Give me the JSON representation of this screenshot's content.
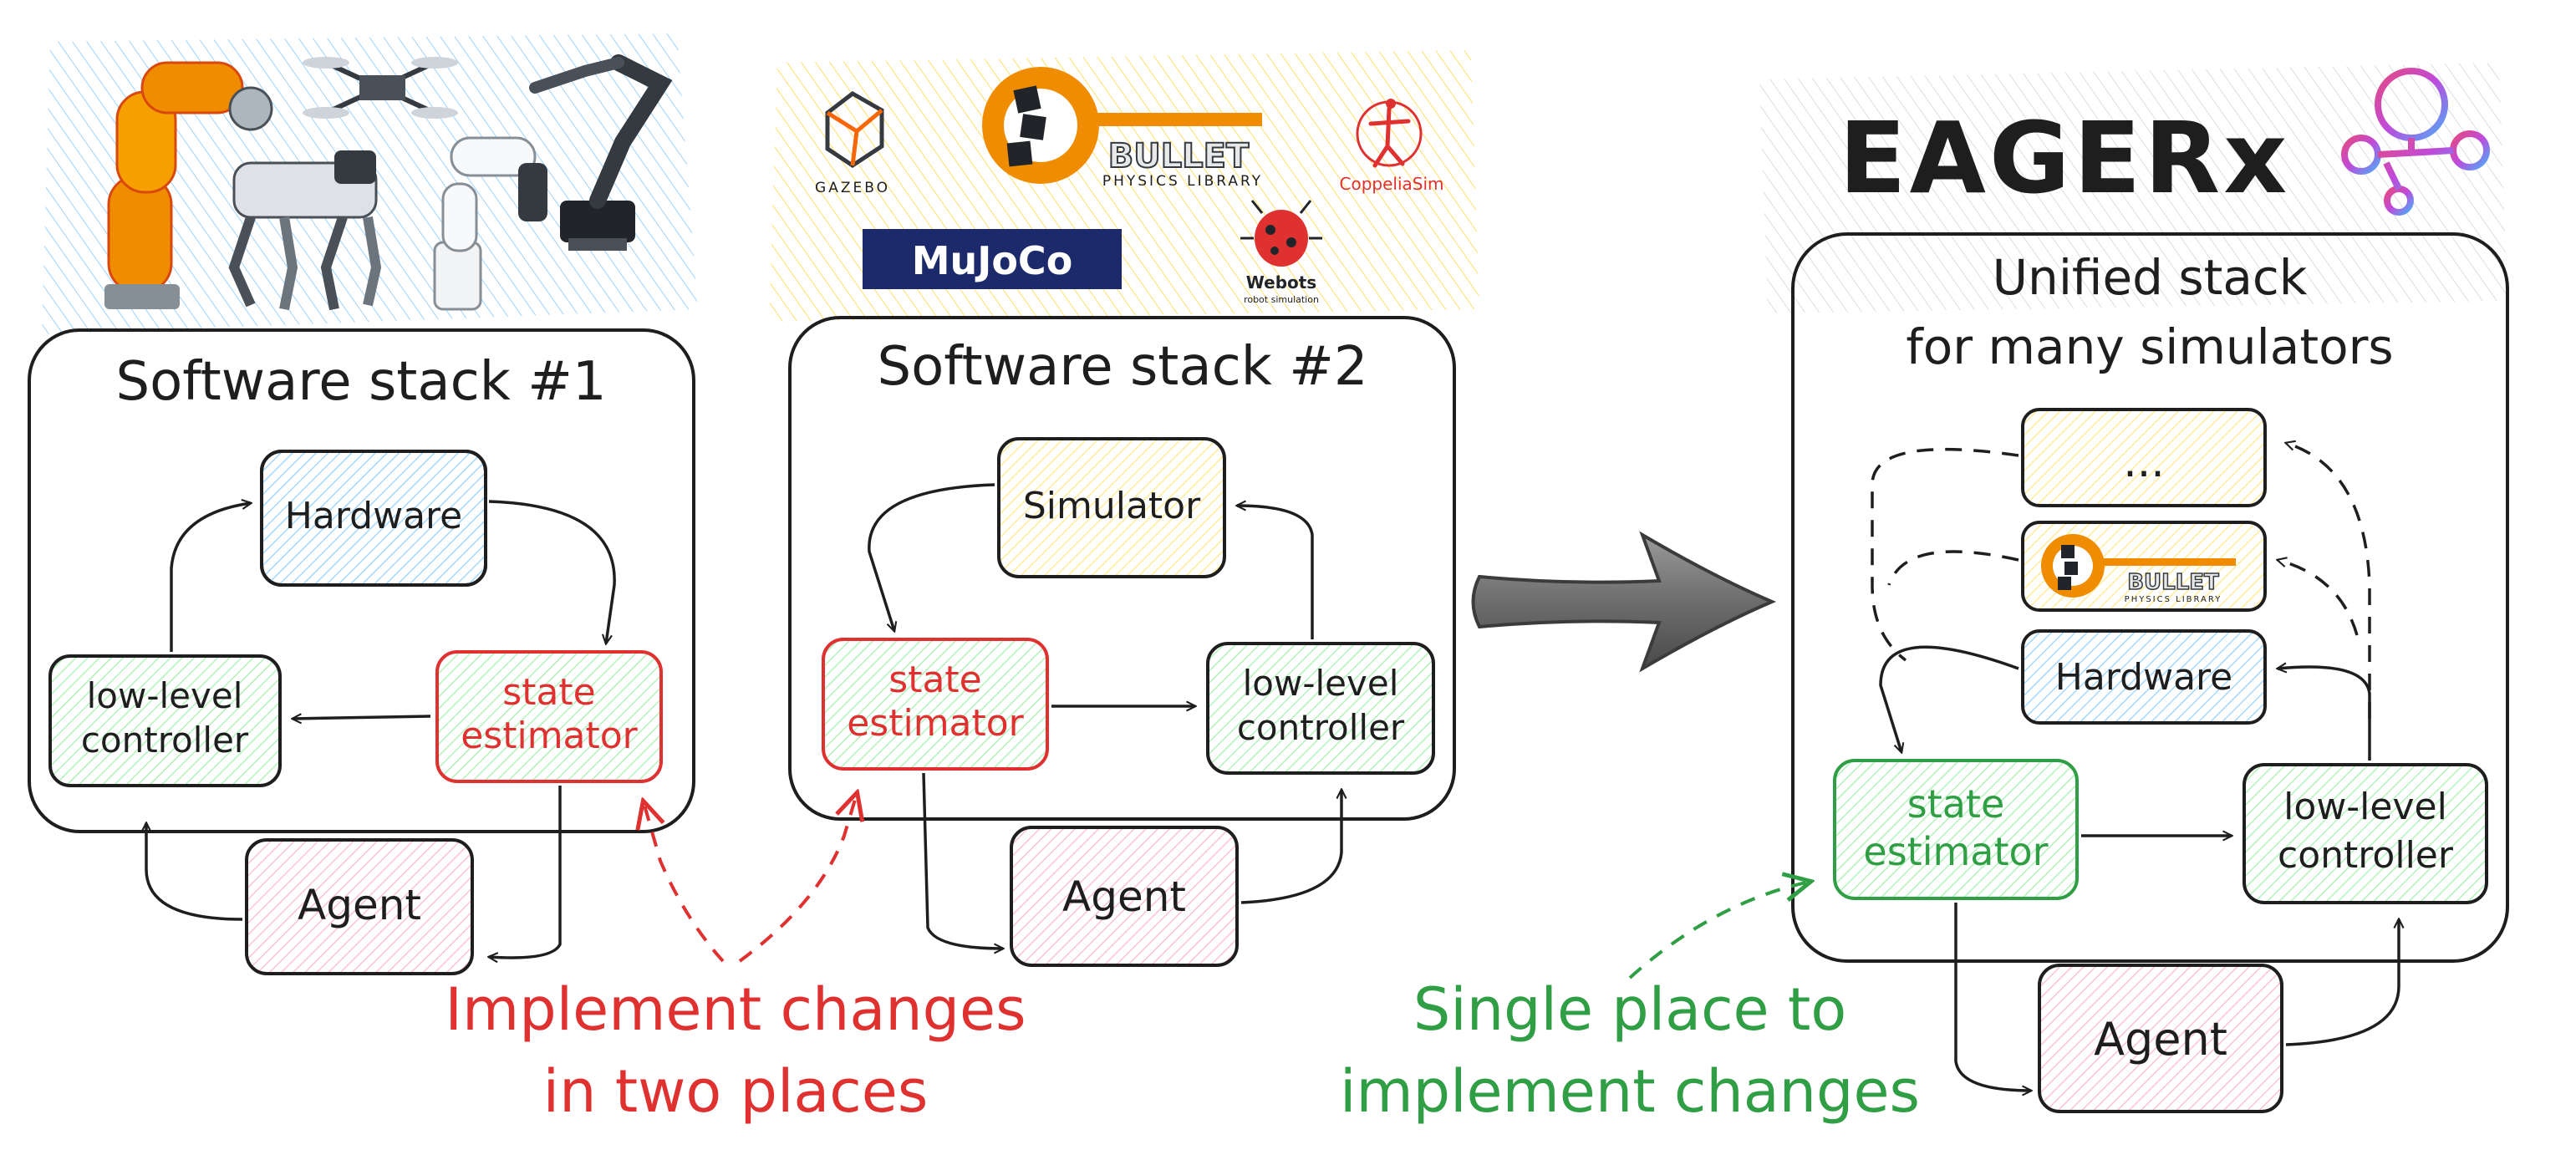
{
  "left": {
    "title": "Software stack #1",
    "nodes": {
      "hardware": "Hardware",
      "state_estimator": [
        "state",
        "estimator"
      ],
      "low_level": [
        "low-level",
        "controller"
      ],
      "agent": "Agent"
    }
  },
  "middle": {
    "title": "Software stack #2",
    "nodes": {
      "simulator": "Simulator",
      "state_estimator": [
        "state",
        "estimator"
      ],
      "low_level": [
        "low-level",
        "controller"
      ],
      "agent": "Agent"
    },
    "logos": {
      "gazebo": "GAZEBO",
      "bullet": "BULLET",
      "bullet_sub": "PHYSICS   LIBRARY",
      "coppelia": "CoppeliaSim",
      "mujoco": "MuJoCo",
      "webots": "Webots",
      "webots_sub": "robot simulation"
    }
  },
  "right": {
    "brand": "EAGERx",
    "title": [
      "Unified stack",
      "for many simulators"
    ],
    "nodes": {
      "ellipsis": "...",
      "bullet": "BULLET",
      "bullet_sub": "PHYSICS  LIBRARY",
      "hardware": "Hardware",
      "state_estimator": [
        "state",
        "estimator"
      ],
      "low_level": [
        "low-level",
        "controller"
      ],
      "agent": "Agent"
    }
  },
  "annotations": {
    "two_places": [
      "Implement changes",
      "in two places"
    ],
    "single_place": [
      "Single place to",
      "implement changes"
    ]
  },
  "colors": {
    "stroke": "#1e1e1e",
    "red": "#e03131",
    "green": "#2f9e44",
    "fill_blue": "#a5d8ff",
    "fill_green": "#b2f2bb",
    "fill_yellow": "#ffec99",
    "fill_pink": "#fcc2d7",
    "hatch_blue": "#74c0fc",
    "hatch_yellow": "#ffd43b",
    "hatch_gray": "#ced4da",
    "orange": "#f08c00"
  }
}
